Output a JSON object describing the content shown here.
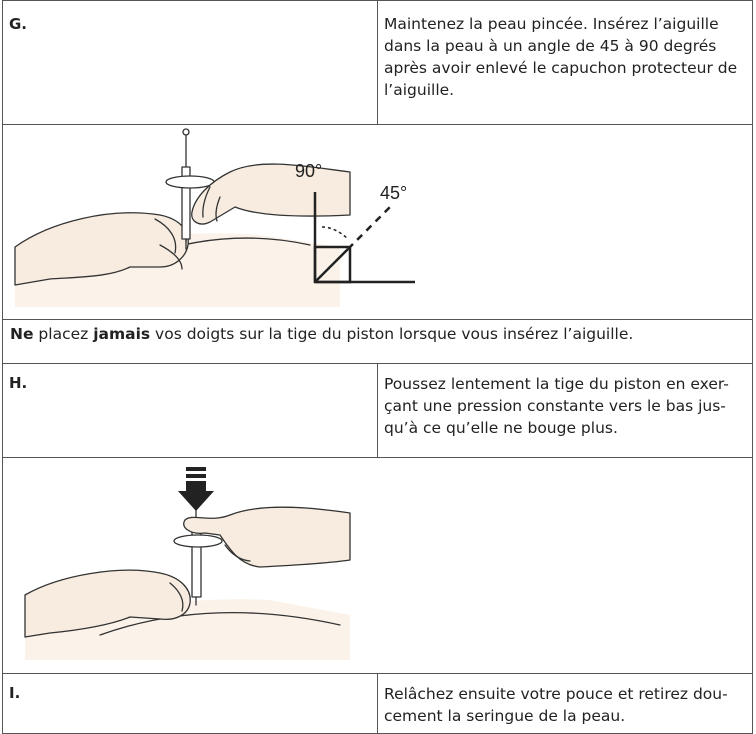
{
  "rows": {
    "g": {
      "label": "G.",
      "text_lines": [
        "Maintenez la peau pincée. Insérez l’aiguille",
        "dans la peau à un angle de 45 à 90 degrés",
        "après avoir enlevé le capuchon protecteur de",
        "l’aiguille."
      ]
    },
    "figure_g": {
      "angle_90": "90°",
      "angle_45": "45°"
    },
    "note": {
      "part1": "Ne",
      "part2": " placez ",
      "part3": "jamais",
      "part4": " vos doigts sur la tige du piston lorsque vous insérez l’aiguille."
    },
    "h": {
      "label": "H.",
      "text_lines": [
        "Poussez lentement la tige du piston en exer-",
        "çant une pression constante vers le bas jus-",
        "qu’à ce qu’elle ne bouge plus."
      ]
    },
    "i": {
      "label": "I.",
      "text_lines": [
        "Relâchez ensuite votre pouce et retirez dou-",
        "cement la seringue de la peau."
      ]
    }
  },
  "colors": {
    "border": "#555555",
    "line_art": "#333333",
    "skin": "#f7ecdf"
  }
}
